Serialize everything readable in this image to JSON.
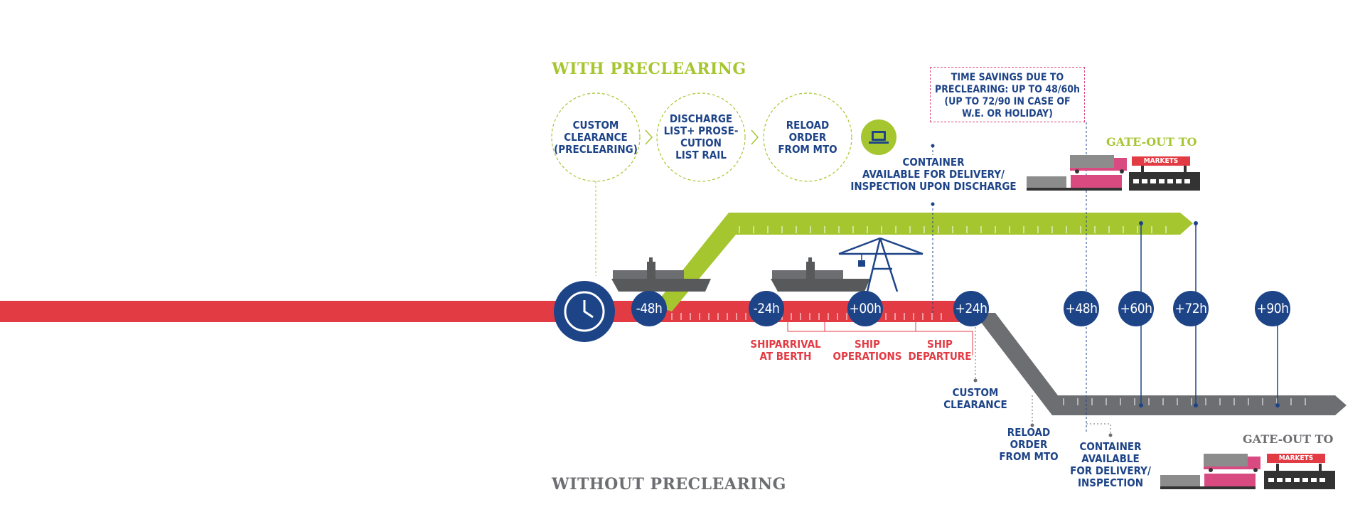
{
  "titles": {
    "with": "WITH PRECLEARING",
    "without": "WITHOUT PRECLEARING"
  },
  "steps_top": [
    {
      "label": "CUSTOM\nCLEARANCE\n(PRECLEARING)"
    },
    {
      "label": "DISCHARGE\nLIST+ PROSE-\nCUTION\nLIST RAIL"
    },
    {
      "label": "RELOAD\nORDER\nFROM MTO"
    }
  ],
  "savings_box": "TIME SAVINGS DUE TO\nPRECLEARING: UP TO 48/60h\n(UP TO 72/90 IN CASE OF\nW.E. OR HOLIDAY)",
  "container_top": "CONTAINER\nAVAILABLE FOR DELIVERY/\nINSPECTION UPON DISCHARGE",
  "gate_out_top": "GATE-OUT TO",
  "gate_out_bottom": "GATE-OUT TO",
  "markets_top": "MARKETS",
  "markets_bottom": "MARKETS",
  "hours": [
    "-48h",
    "-24h",
    "+00h",
    "+24h",
    "+48h",
    "+60h",
    "+72h",
    "+90h"
  ],
  "ship_events": {
    "arrival": "SHIPARRIVAL\nAT BERTH",
    "operations": "SHIP\nOPERATIONS",
    "departure": "SHIP\nDEPARTURE"
  },
  "bottom_steps": {
    "custom": "CUSTOM\nCLEARANCE",
    "reload": "RELOAD\nORDER\nFROM MTO",
    "container": "CONTAINER\nAVAILABLE\nFOR DELIVERY/\nINSPECTION"
  },
  "colors": {
    "red": "#e33b44",
    "green": "#a6c630",
    "grey": "#6d6e71",
    "blue": "#1e4488",
    "pink": "#d94a80"
  },
  "icons": [
    "clock-icon",
    "laptop-icon",
    "ship-icon",
    "crane-icon",
    "truck-icon",
    "train-icon",
    "warehouse-icon"
  ]
}
